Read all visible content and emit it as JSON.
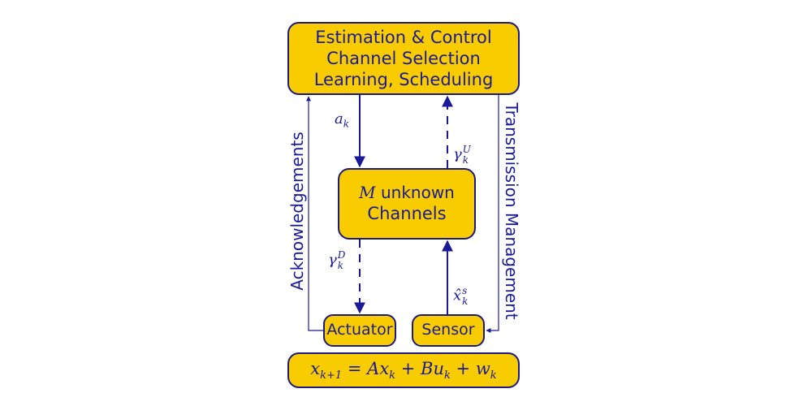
{
  "top_box": {
    "line1": "Estimation & Control",
    "line2": "Channel Selection",
    "line3": "Learning, Scheduling"
  },
  "channels_box": {
    "line1_var": "M",
    "line1_rest": " unknown",
    "line2": "Channels"
  },
  "actuator_label": "Actuator",
  "sensor_label": "Sensor",
  "equation": {
    "lhs_var": "x",
    "lhs_sub": "k+1",
    "equals": " = ",
    "A": "A",
    "x1": "x",
    "x1_sub": "k",
    "plus1": " + ",
    "B": "B",
    "u": "u",
    "u_sub": "k",
    "plus2": " + ",
    "w": "w",
    "w_sub": "k"
  },
  "edge_labels": {
    "a": {
      "base": "a",
      "sub": "k"
    },
    "gamma_u": {
      "base": "γ",
      "sup": "U",
      "sub": "k"
    },
    "gamma_d": {
      "base": "γ",
      "sup": "D",
      "sub": "k"
    },
    "xhat": {
      "base": "x̂",
      "sup": "s",
      "sub": "k"
    }
  },
  "side_labels": {
    "left": "Acknowledgements",
    "right": "Transmission Management"
  },
  "colors": {
    "box_fill": "#f9cc00",
    "box_border": "#1a1a80",
    "line": "#1a1a99"
  }
}
